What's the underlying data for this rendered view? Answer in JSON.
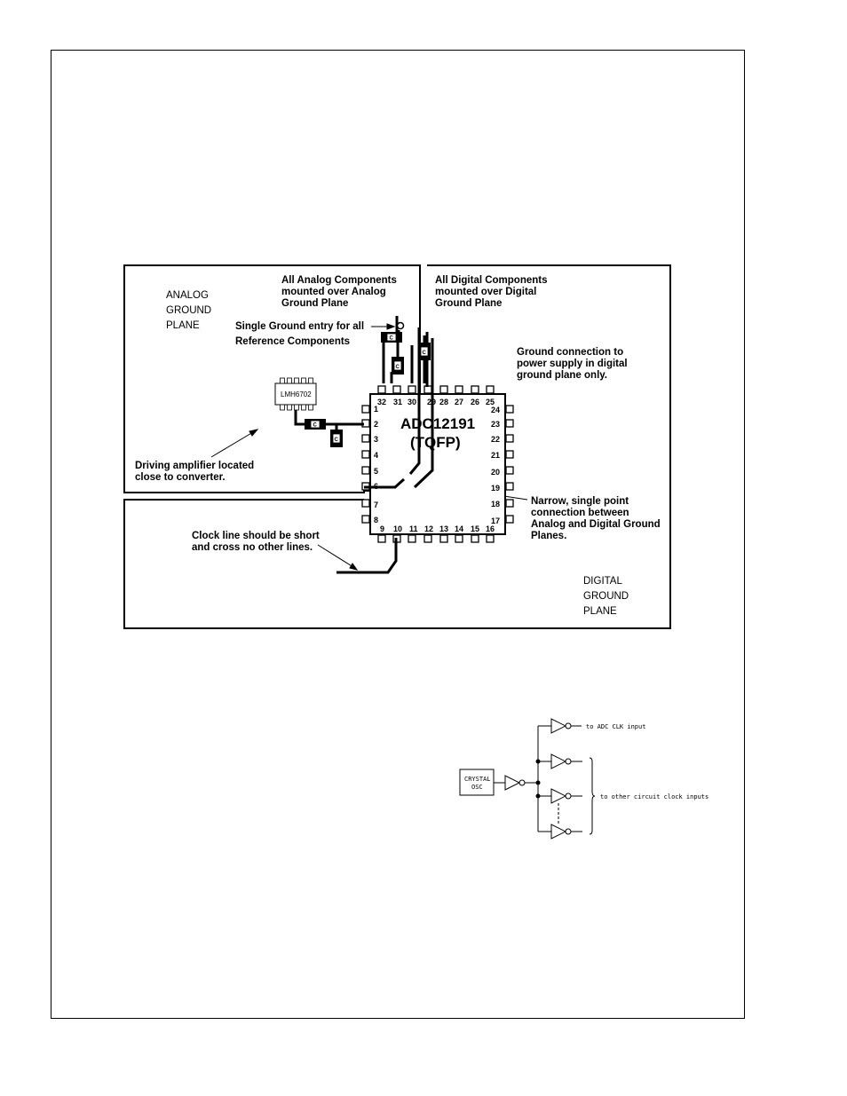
{
  "layout_figure": {
    "analog_plane_label": [
      "ANALOG",
      "GROUND",
      "PLANE"
    ],
    "digital_plane_label": [
      "DIGITAL",
      "GROUND",
      "PLANE"
    ],
    "analog_components_note": [
      "All Analog Components",
      "mounted over Analog",
      "Ground Plane"
    ],
    "digital_components_note": [
      "All Digital Components",
      "mounted over Digital",
      "Ground Plane"
    ],
    "single_ground_note": [
      "Single Ground entry for all",
      "Reference Components"
    ],
    "ground_connection_note": [
      "Ground connection to",
      "power supply in digital",
      "ground plane only."
    ],
    "driving_amp_note": [
      "Driving amplifier located",
      "close to converter."
    ],
    "narrow_connection_note": [
      "Narrow, single point",
      "connection between",
      "Analog and Digital Ground",
      "Planes."
    ],
    "clock_line_note": [
      "Clock line should be short",
      "and cross no other lines."
    ],
    "amplifier_label": "LMH6702",
    "chip_name": "ADC12191",
    "chip_package": "(TQFP)",
    "capacitor_label": "C",
    "pins_left": [
      "1",
      "2",
      "3",
      "4",
      "5",
      "6",
      "7",
      "8"
    ],
    "pins_bottom": [
      "9",
      "10",
      "11",
      "12",
      "13",
      "14",
      "15",
      "16"
    ],
    "pins_right": [
      "24",
      "23",
      "22",
      "21",
      "20",
      "19",
      "18",
      "17"
    ],
    "pins_top": [
      "32",
      "31",
      "30",
      "29",
      "28",
      "27",
      "26",
      "25"
    ]
  },
  "clock_figure": {
    "oscillator_label": [
      "CRYSTAL",
      "OSC"
    ],
    "adc_clk_label": "to ADC CLK input",
    "other_clocks_label": "to other circuit clock inputs"
  }
}
